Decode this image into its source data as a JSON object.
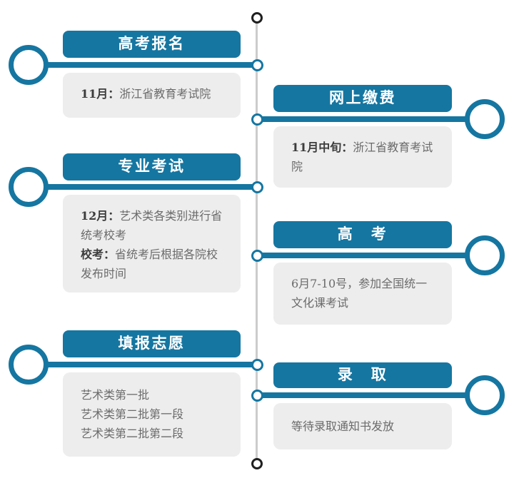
{
  "colors": {
    "accent": "#1576a1",
    "box": "#ededed",
    "line": "#cccccc",
    "dot_border": "#1f1f1f",
    "body_text": "#6b6b6b",
    "label_text": "#3c3c3c"
  },
  "steps": [
    {
      "side": "left",
      "title": "高考报名",
      "lines": [
        {
          "label": "11月：",
          "text": "浙江省教育考试院"
        }
      ]
    },
    {
      "side": "right",
      "title": "网上缴费",
      "lines": [
        {
          "label": "11月中旬：",
          "text": "浙江省教育考试院"
        }
      ]
    },
    {
      "side": "left",
      "title": "专业考试",
      "lines": [
        {
          "label": "12月：",
          "text": "艺术类各类别进行省统考校考"
        },
        {
          "label": "校考：",
          "text": "省统考后根据各院校发布时间"
        }
      ]
    },
    {
      "side": "right",
      "title": "高　考",
      "lines": [
        {
          "label": "",
          "text": "6月7-10号，参加全国统一文化课考试"
        }
      ]
    },
    {
      "side": "left",
      "title": "填报志愿",
      "lines": [
        {
          "label": "",
          "text": "艺术类第一批"
        },
        {
          "label": "",
          "text": "艺术类第二批第一段"
        },
        {
          "label": "",
          "text": "艺术类第二批第二段"
        }
      ]
    },
    {
      "side": "right",
      "title": "录　取",
      "lines": [
        {
          "label": "",
          "text": "等待录取通知书发放"
        }
      ]
    }
  ]
}
